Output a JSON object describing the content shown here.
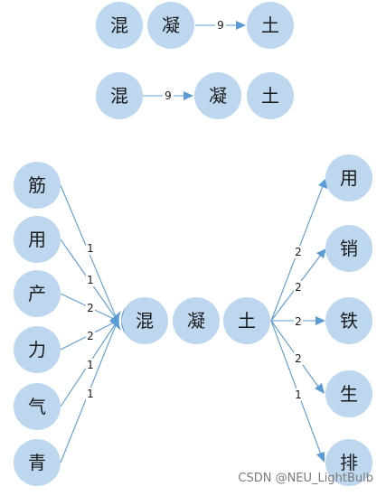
{
  "row1": {
    "chars": [
      "混",
      "凝",
      "土"
    ],
    "edge_weight": "9"
  },
  "row2": {
    "chars": [
      "混",
      "凝",
      "土"
    ],
    "edge_weight": "9"
  },
  "tree": {
    "center": [
      "混",
      "凝",
      "土"
    ],
    "left": [
      {
        "char": "筋",
        "weight": "1"
      },
      {
        "char": "用",
        "weight": "1"
      },
      {
        "char": "产",
        "weight": "2"
      },
      {
        "char": "力",
        "weight": "2"
      },
      {
        "char": "气",
        "weight": "1"
      },
      {
        "char": "青",
        "weight": "1"
      }
    ],
    "right": [
      {
        "char": "用",
        "weight": "2"
      },
      {
        "char": "销",
        "weight": "2"
      },
      {
        "char": "铁",
        "weight": "2"
      },
      {
        "char": "生",
        "weight": "2"
      },
      {
        "char": "排",
        "weight": "1"
      }
    ]
  },
  "watermark": "CSDN @NEU_LightBulb",
  "colors": {
    "node": "#bdd7ee",
    "edge": "#5b9bd5"
  }
}
